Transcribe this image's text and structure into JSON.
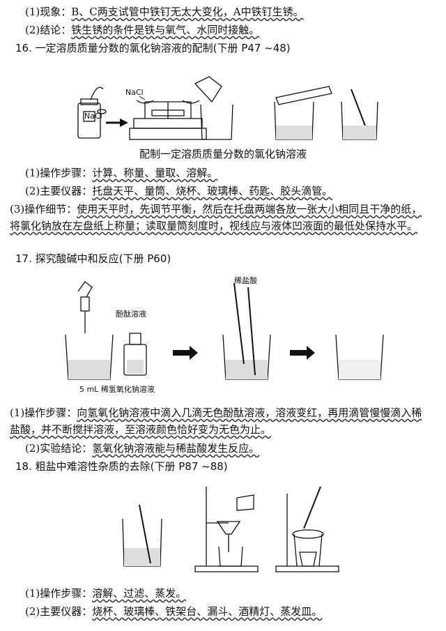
{
  "sec15": {
    "phenomenon_label": "(1)现象：",
    "phenomenon_text": "B、C两支试管中铁钉无太大变化，A中铁钉生锈。",
    "conclusion_label": "(2)结论：",
    "conclusion_text": "铁生锈的条件是铁与氧气、水同时接触。"
  },
  "sec16": {
    "title": "16. 一定溶质质量分数的氯化钠溶液的配制(下册 P47 ~48)",
    "fig_label_nacl": "NaCl",
    "fig_label_jar": "NaCl",
    "caption": "配制一定溶质质量分数的氯化钠溶液",
    "steps_label": "(1)操作步骤：",
    "steps_text": "计算、称量、量取、溶解。",
    "instruments_label": "(2)主要仪器：",
    "instruments_text": "托盘天平、量筒、烧杯、玻璃棒、药匙、胶头滴管。",
    "details_label": "(3)操作细节：",
    "details_text": "使用天平时，先调节平衡，然后在托盘两端各放一张大小相同且干净的纸，将氯化钠放在左盘纸上称量；读取量筒刻度时，视线应与液体凹液面的最低处保持水平。"
  },
  "sec17": {
    "title": "17. 探究酸碱中和反应(下册 P60)",
    "fig_label_phenol": "酚酞溶液",
    "fig_label_hcl": "稀盐酸",
    "fig_label_naoh": "5 mL 稀氢氧化钠溶液",
    "steps_label": "(1)操作步骤：",
    "steps_text": "向氢氧化钠溶液中滴入几滴无色酚酞溶液，溶液变红，再用滴管慢慢滴入稀盐酸，并不断搅拌溶液，至溶液颜色恰好变为无色为止。",
    "conclusion_label": "(2)实验结论：",
    "conclusion_text": "氢氧化钠溶液能与稀盐酸发生反应。"
  },
  "sec18": {
    "title": "18. 粗盐中难溶性杂质的去除(下册 P87 ~88)",
    "steps_label": "(1)操作步骤：",
    "steps_text": "溶解、过滤、蒸发。",
    "instruments_label": "(2)主要仪器：",
    "instruments_text": "烧杯、玻璃棒、铁架台、漏斗、酒精灯、蒸发皿。"
  }
}
